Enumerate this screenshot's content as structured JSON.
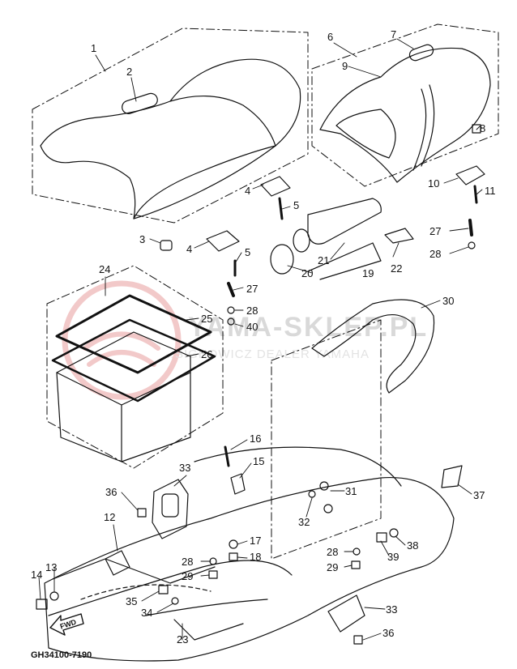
{
  "diagram": {
    "code": "GH34100-7190",
    "fwd_label": "FWD",
    "watermark": {
      "line1": "YAMA-SKLEP.PL",
      "line2": "…SIGHOWICZ DEALER YAMAHA"
    },
    "callouts": [
      {
        "id": "c1",
        "text": "1"
      },
      {
        "id": "c2",
        "text": "2"
      },
      {
        "id": "c3",
        "text": "3"
      },
      {
        "id": "c4a",
        "text": "4"
      },
      {
        "id": "c4b",
        "text": "4"
      },
      {
        "id": "c5a",
        "text": "5"
      },
      {
        "id": "c5b",
        "text": "5"
      },
      {
        "id": "c6",
        "text": "6"
      },
      {
        "id": "c7",
        "text": "7"
      },
      {
        "id": "c8",
        "text": "8"
      },
      {
        "id": "c9",
        "text": "9"
      },
      {
        "id": "c10",
        "text": "10"
      },
      {
        "id": "c11",
        "text": "11"
      },
      {
        "id": "c12",
        "text": "12"
      },
      {
        "id": "c13",
        "text": "13"
      },
      {
        "id": "c14",
        "text": "14"
      },
      {
        "id": "c15",
        "text": "15"
      },
      {
        "id": "c16",
        "text": "16"
      },
      {
        "id": "c17",
        "text": "17"
      },
      {
        "id": "c18",
        "text": "18"
      },
      {
        "id": "c19",
        "text": "19"
      },
      {
        "id": "c20",
        "text": "20"
      },
      {
        "id": "c21",
        "text": "21"
      },
      {
        "id": "c22",
        "text": "22"
      },
      {
        "id": "c23",
        "text": "23"
      },
      {
        "id": "c24",
        "text": "24"
      },
      {
        "id": "c25",
        "text": "25"
      },
      {
        "id": "c26",
        "text": "26"
      },
      {
        "id": "c27a",
        "text": "27"
      },
      {
        "id": "c27b",
        "text": "27"
      },
      {
        "id": "c28a",
        "text": "28"
      },
      {
        "id": "c28b",
        "text": "28"
      },
      {
        "id": "c28c",
        "text": "28"
      },
      {
        "id": "c28d",
        "text": "28"
      },
      {
        "id": "c29a",
        "text": "29"
      },
      {
        "id": "c29b",
        "text": "29"
      },
      {
        "id": "c30",
        "text": "30"
      },
      {
        "id": "c31",
        "text": "31"
      },
      {
        "id": "c32",
        "text": "32"
      },
      {
        "id": "c33a",
        "text": "33"
      },
      {
        "id": "c33b",
        "text": "33"
      },
      {
        "id": "c34",
        "text": "34"
      },
      {
        "id": "c35",
        "text": "35"
      },
      {
        "id": "c36a",
        "text": "36"
      },
      {
        "id": "c36b",
        "text": "36"
      },
      {
        "id": "c37",
        "text": "37"
      },
      {
        "id": "c38",
        "text": "38"
      },
      {
        "id": "c39",
        "text": "39"
      },
      {
        "id": "c40",
        "text": "40"
      }
    ]
  }
}
